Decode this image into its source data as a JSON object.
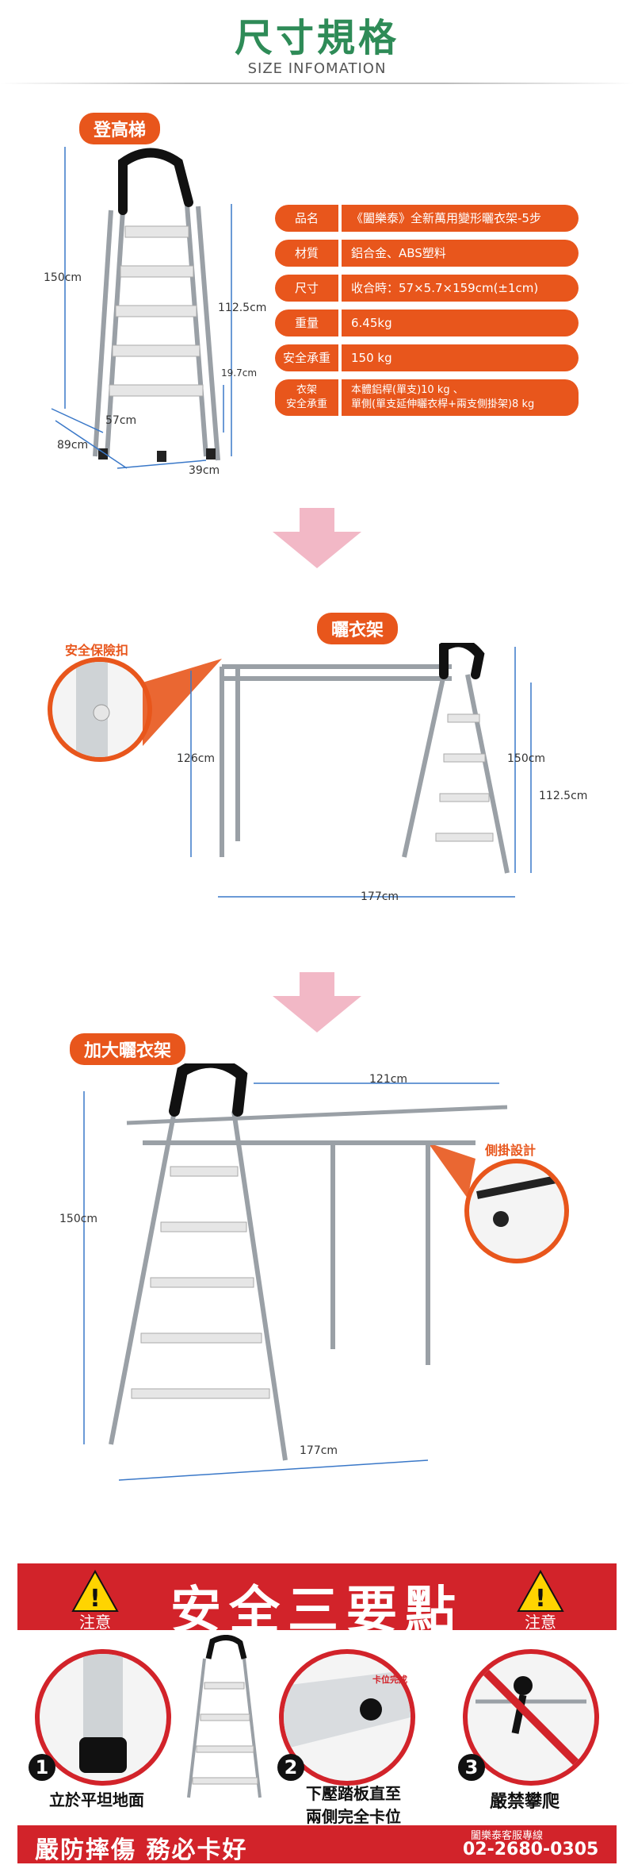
{
  "header": {
    "title": "尺寸規格",
    "subtitle": "SIZE  INFOMATION"
  },
  "ladder": {
    "label": "登高梯",
    "dims": {
      "h150": "150cm",
      "h112": "112.5cm",
      "step": "19.7cm",
      "d57": "57cm",
      "d89": "89cm",
      "w39": "39cm"
    }
  },
  "specs": [
    {
      "key": "品名",
      "value": "《闔樂泰》全新萬用變形曬衣架-5步"
    },
    {
      "key": "材質",
      "value": "鋁合金、ABS塑料"
    },
    {
      "key": "尺寸",
      "value": "收合時：57×5.7×159cm(±1cm)"
    },
    {
      "key": "重量",
      "value": "6.45kg"
    },
    {
      "key": "安全承重",
      "value": "150 kg"
    }
  ],
  "spec_last": {
    "key1": "衣架",
    "key2": "安全承重",
    "v1": "本體鋁桿(單支)10 kg 、",
    "v2": "單側(單支延伸曬衣桿+兩支側掛架)8 kg"
  },
  "rack": {
    "label": "曬衣架",
    "callout": "安全保險扣",
    "dims": {
      "h126": "126cm",
      "h150": "150cm",
      "h112": "112.5cm",
      "w177": "177cm"
    }
  },
  "big_rack": {
    "label": "加大曬衣架",
    "callout": "側掛設計",
    "dims": {
      "w121": "121cm",
      "h150": "150cm",
      "w177": "177cm"
    }
  },
  "safety": {
    "title": "安全三要點",
    "warn": "注意",
    "items": [
      {
        "num": "1",
        "text": "立於平坦地面"
      },
      {
        "num": "2",
        "text1": "下壓踏板直至",
        "text2": "兩側完全卡位",
        "tag": "卡位完成"
      },
      {
        "num": "3",
        "text": "嚴禁攀爬"
      }
    ],
    "slogan": "嚴防摔傷 務必卡好",
    "hotline_label": "闔樂泰客服專線",
    "hotline": "02-2680-0305"
  },
  "colors": {
    "accent": "#e8561c",
    "brand": "#2e8b57",
    "danger": "#d2232a",
    "dimline": "#3a78c8"
  }
}
